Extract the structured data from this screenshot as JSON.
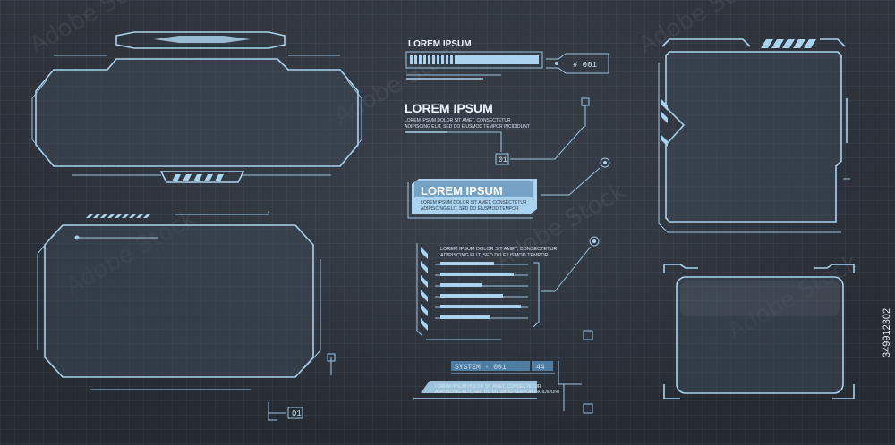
{
  "labels": {
    "title_1": "LOREM IPSUM",
    "index_1": "# 001",
    "title_2": "LOREM IPSUM",
    "body_2a": "LOREM IPSUM DOLOR SIT AMET, CONSECTETUR",
    "body_2b": "ADIPISCING ELIT, SED DO EIUSMOD TEMPOR INCIDIDUNT",
    "index_2": "01",
    "title_3": "LOREM IPSUM",
    "body_3a": "LOREM IPSUM DOLOR SIT AMET, CONSECTETUR",
    "body_3b": "ADIPISCING ELIT, SED DO EIUSMOD TEMPOR",
    "body_4a": "LOREM IPSUM DOLOR SIT AMET, CONSECTETUR",
    "body_4b": "ADIPISCING ELIT, SED DO EIUSMOD TEMPOR",
    "system": "SYSTEM - 001",
    "system_num": "44",
    "body_5a": "LOREM IPSUM DOLOR SIT AMET, CONSECTETUR",
    "body_5b": "ADIPISCING ELIT, SED DO EIUSMOD TEMPOR INCIDIDUNT",
    "index_left": "01",
    "watermark": "Adobe Stock",
    "stock_id": "349912302"
  },
  "colors": {
    "accent": "#a9d3ee",
    "background": "#2b3038",
    "grid": "#3a4048"
  }
}
